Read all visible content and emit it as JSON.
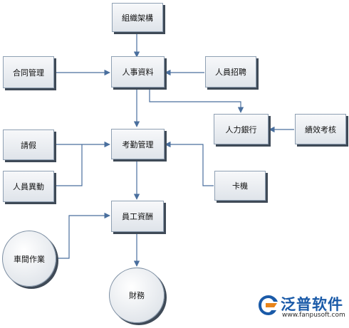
{
  "nodes": {
    "org_structure": "組織架構",
    "contract_mgmt": "合同管理",
    "personnel_data": "人事資料",
    "recruitment": "人員招聘",
    "talent_bank": "人力銀行",
    "performance": "績效考核",
    "leave": "請假",
    "attendance": "考勤管理",
    "transfer": "人員異動",
    "card_machine": "卡機",
    "payroll": "員工資酬",
    "workshop": "車間作業",
    "finance": "財務"
  },
  "watermark": {
    "brand": "泛普软件",
    "url": "www.fanpusoft.com"
  },
  "colors": {
    "connector": "#4a6f9e",
    "box_border": "#8fa0b3",
    "shadow": "#3f4a57",
    "brand_blue": "#1a5aa8",
    "brand_orange": "#e8841a"
  }
}
